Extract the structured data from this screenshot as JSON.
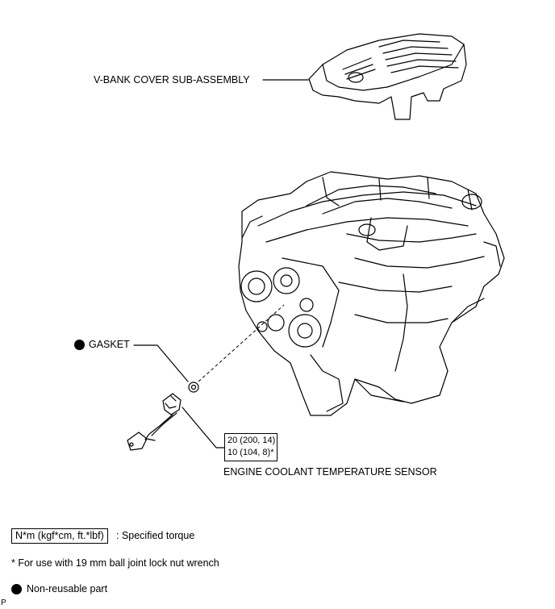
{
  "labels": {
    "v_bank_cover": "V-BANK COVER SUB-ASSEMBLY",
    "gasket": "GASKET",
    "sensor": "ENGINE COOLANT TEMPERATURE SENSOR"
  },
  "torque_spec": {
    "line1": "20 (200, 14)",
    "line2": "10 (104, 8)*"
  },
  "legend": {
    "torque_box_label": "N*m (kgf*cm, ft.*lbf)",
    "torque_desc": ": Specified torque",
    "footnote": "* For use with 19 mm ball joint lock nut wrench",
    "non_reusable": "Non-reusable part"
  },
  "corner_mark": "P"
}
